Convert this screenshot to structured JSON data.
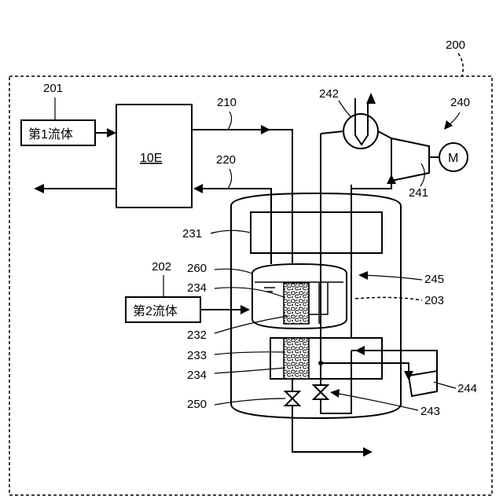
{
  "labels": {
    "system": "200",
    "first_fluid_ref": "201",
    "first_fluid_box": "第1流体",
    "second_fluid_ref": "202",
    "second_fluid_box": "第2流体",
    "unit_10e": "10E",
    "line_210": "210",
    "line_220": "220",
    "unit_231": "231",
    "unit_232": "232",
    "unit_233": "233",
    "unit_234a": "234",
    "unit_234b": "234",
    "unit_203": "203",
    "unit_240": "240",
    "unit_241": "241",
    "unit_242": "242",
    "unit_243": "243",
    "unit_244": "244",
    "unit_245": "245",
    "unit_250": "250",
    "unit_260": "260",
    "motor": "M"
  }
}
